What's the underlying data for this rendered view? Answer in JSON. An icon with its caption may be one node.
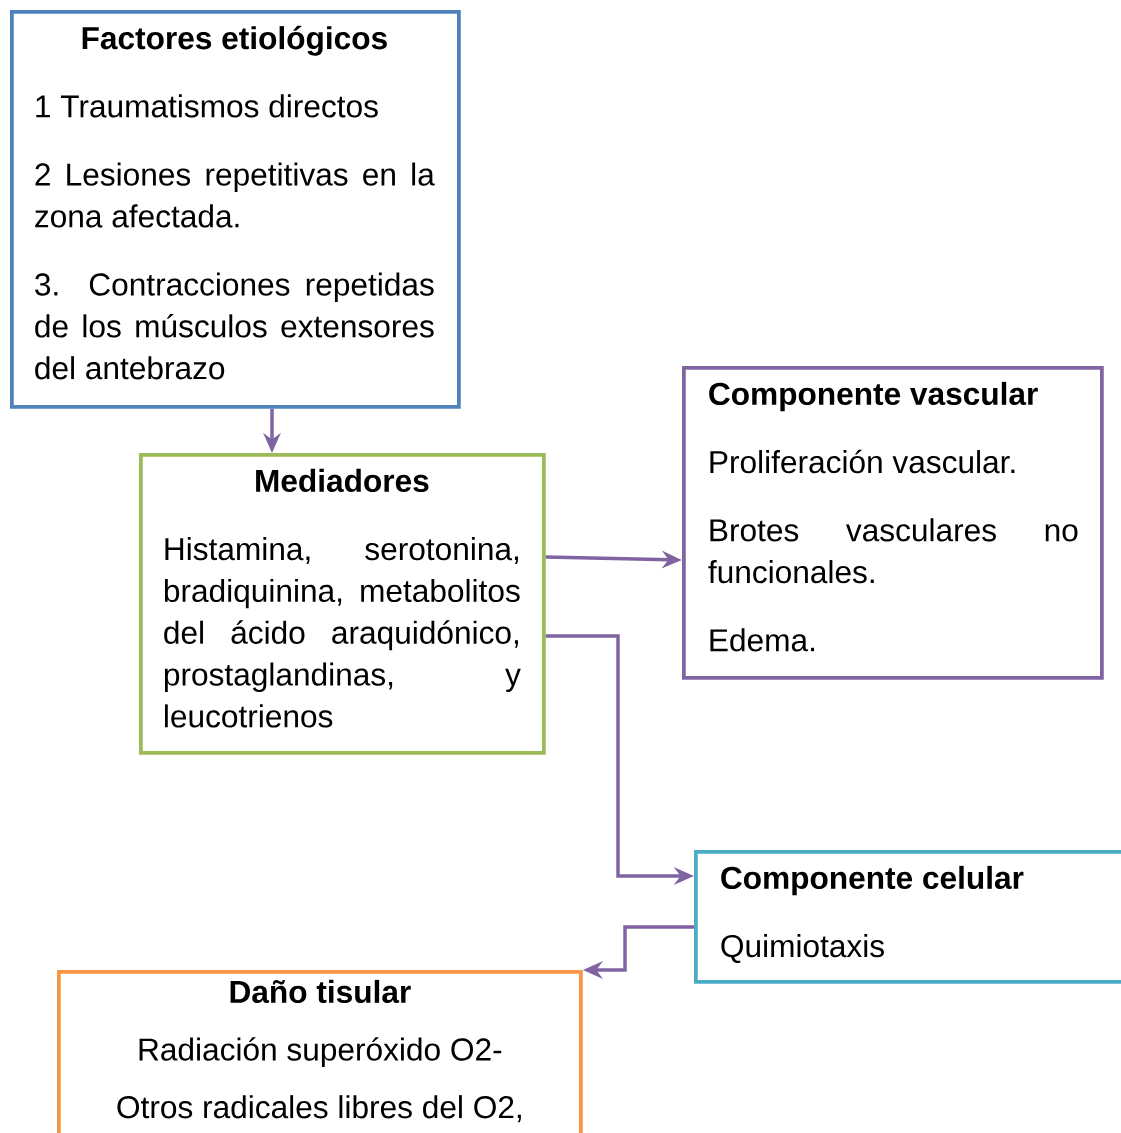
{
  "diagram": {
    "nodes": [
      {
        "text": [
          "Factores etiológicos",
          "1 Traumatismos directos",
          "2 Lesiones repetitivas en la zona afectada.",
          "3. Contracciones repetidas de los músculos extensores del antebrazo"
        ]
      },
      {
        "text": [
          "Mediadores",
          "Histamina, serotonina, bradiquinina, metabolitos del ácido araquidónico, prostaglandinas, y leucotrienos"
        ]
      },
      {
        "text": [
          "Componente vascular",
          "Proliferación vascular.",
          "Brotes vasculares no funcionales.",
          "Edema."
        ]
      },
      {
        "text": [
          "Componente celular",
          "Quimiotaxis"
        ]
      },
      {
        "text": [
          "Daño tisular",
          "Radiación superóxido O2-",
          "Otros radicales libres del O2,"
        ]
      }
    ],
    "edges": [
      {
        "from": 0,
        "to": 1,
        "arrow": "to"
      },
      {
        "from": 1,
        "to": 2,
        "arrow": "to"
      },
      {
        "from": 1,
        "to": 3,
        "arrow": "to"
      },
      {
        "from": 3,
        "to": 4,
        "arrow": "to"
      }
    ]
  }
}
